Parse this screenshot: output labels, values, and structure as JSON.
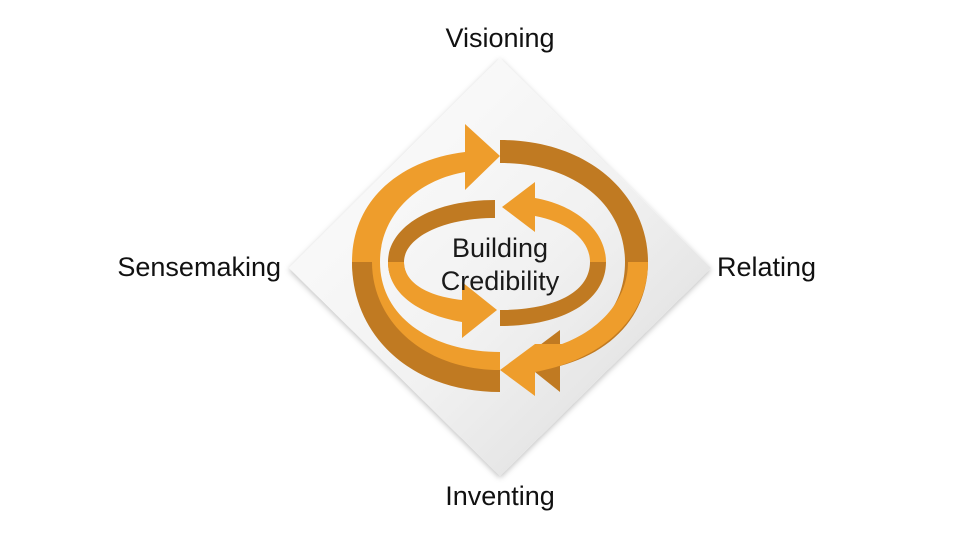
{
  "labels": {
    "top": "Visioning",
    "right": "Relating",
    "bottom": "Inventing",
    "left": "Sensemaking"
  },
  "center": {
    "line1": "Building",
    "line2": "Credibility"
  },
  "colors": {
    "arrow_light": "#EE9D2C",
    "arrow_dark": "#C07A22",
    "diamond_light": "#FAFAFA",
    "diamond_shadow": "#CFCFCF"
  }
}
